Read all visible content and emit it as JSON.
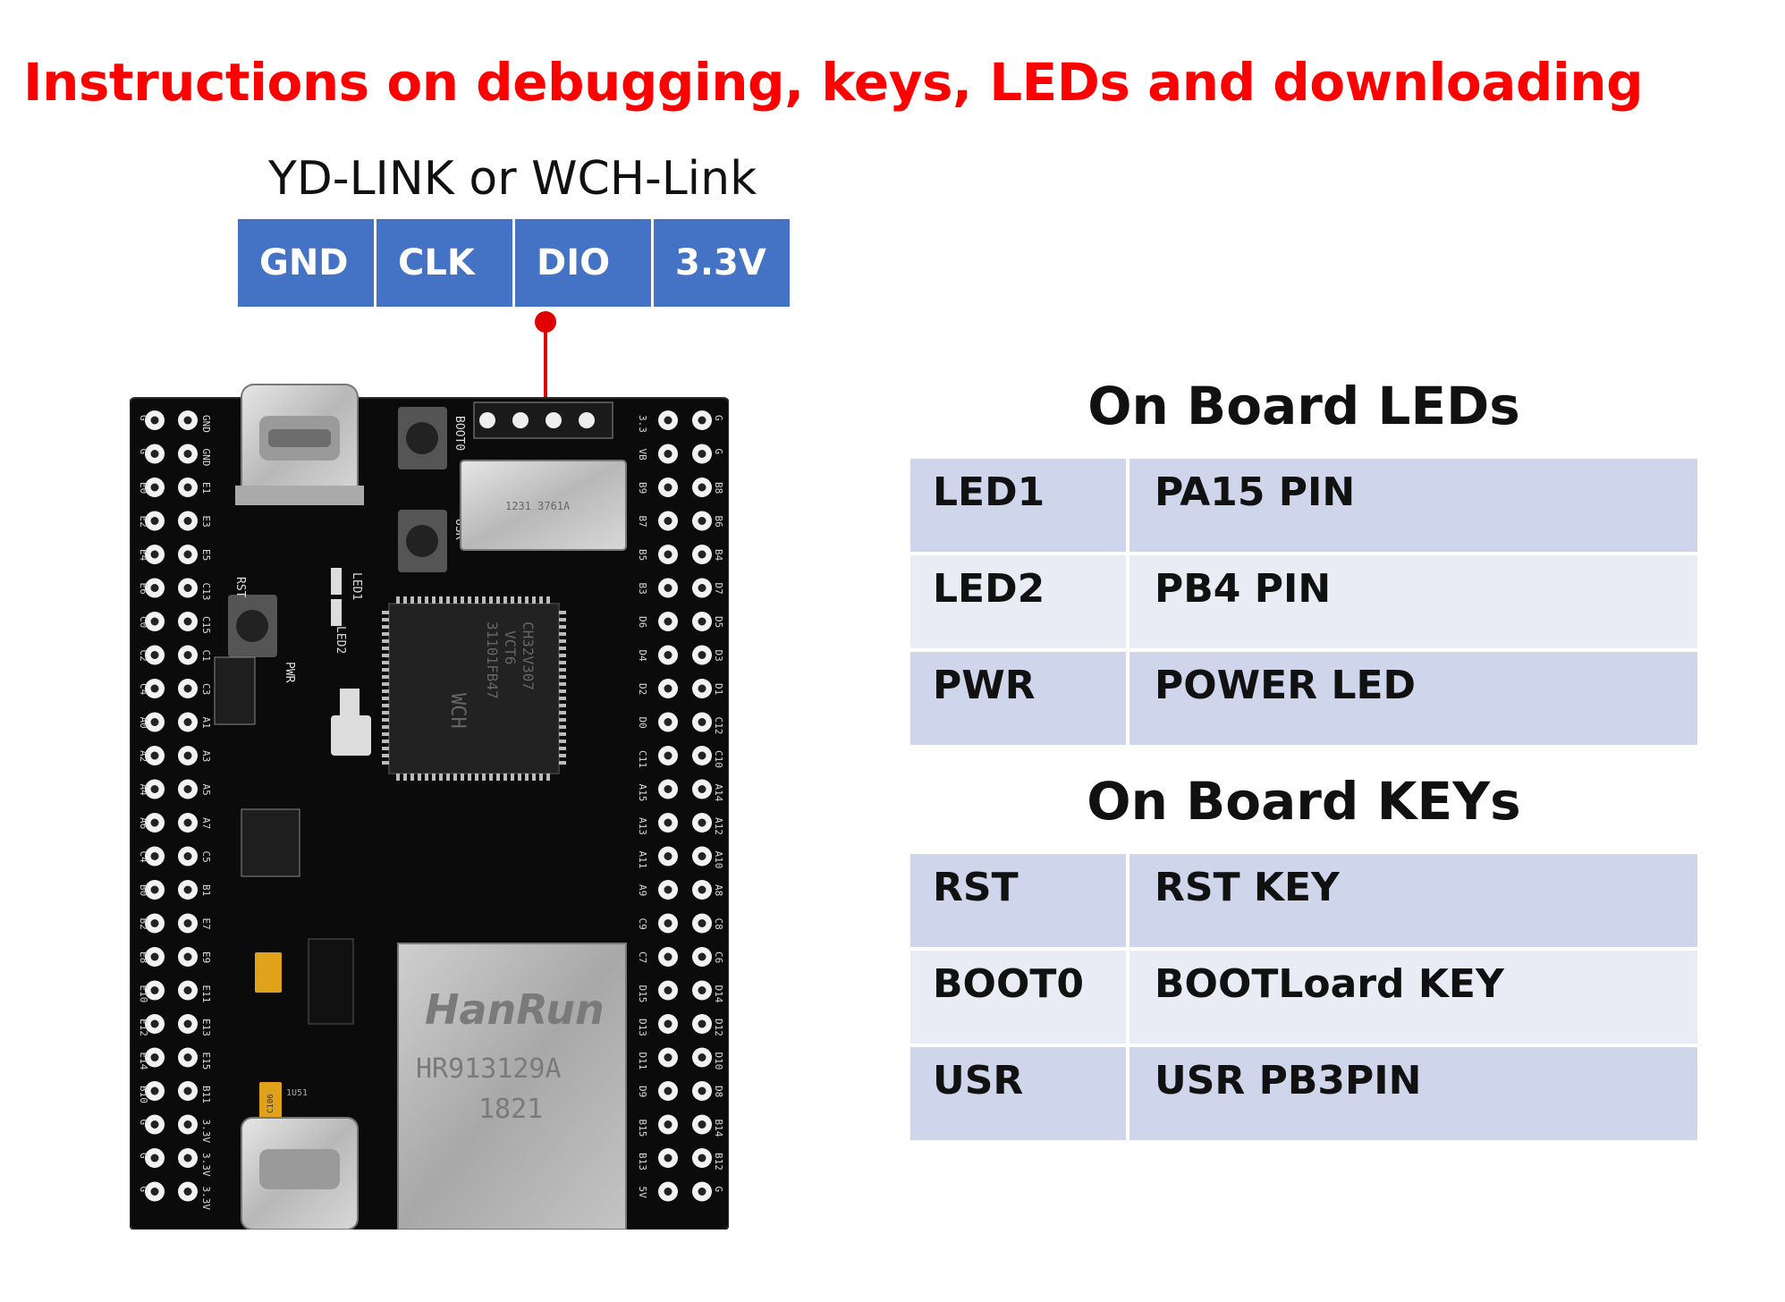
{
  "title": "Instructions on debugging, keys, LEDs and downloading",
  "debugger": {
    "name": "YD-LINK or WCH-Link",
    "pins": [
      "GND",
      "CLK",
      "DIO",
      "3.3V"
    ]
  },
  "board": {
    "left_pins": [
      "G",
      "G",
      "E0",
      "E2",
      "E4",
      "E6",
      "C0",
      "C2",
      "C4",
      "A0",
      "A2",
      "A4",
      "A6",
      "C4",
      "B0",
      "B2",
      "E8",
      "E10",
      "E12",
      "E14",
      "B10",
      "G",
      "G",
      "G"
    ],
    "inner_left_pins": [
      "GND",
      "GND",
      "E1",
      "E3",
      "E5",
      "C13",
      "C15",
      "C1",
      "C3",
      "A1",
      "A3",
      "A5",
      "A7",
      "C5",
      "B1",
      "E7",
      "E9",
      "E11",
      "E13",
      "E15",
      "B11",
      "3.3V",
      "3.3V",
      "3.3V"
    ],
    "inner_right_pins": [
      "3.3",
      "VB",
      "B9",
      "B7",
      "B5",
      "B3",
      "D6",
      "D4",
      "D2",
      "D0",
      "C11",
      "A15",
      "A13",
      "A11",
      "A9",
      "C9",
      "C7",
      "D15",
      "D13",
      "D11",
      "D9",
      "B15",
      "B13",
      "5V"
    ],
    "right_pins": [
      "G",
      "G",
      "B8",
      "B6",
      "B4",
      "D7",
      "D5",
      "D3",
      "D1",
      "C12",
      "C10",
      "A14",
      "A12",
      "A10",
      "A8",
      "C8",
      "C6",
      "D14",
      "D12",
      "D10",
      "D8",
      "B14",
      "B12",
      "G"
    ],
    "button_labels": [
      "BOOT0",
      "USR",
      "RST"
    ],
    "led_labels": [
      "LED1",
      "LED2",
      "PWR"
    ],
    "chip_lines": [
      "CH32V307",
      "VCT6",
      "31101FB47",
      "WCH"
    ],
    "jack_lines": [
      "HanRun",
      "HR913129A",
      "1821"
    ],
    "sd_slot_text": "1231 3761A",
    "chip_part": "1U51",
    "capacitor_label": "C106"
  },
  "leds_section": {
    "title": "On Board LEDs",
    "rows": [
      {
        "name": "LED1",
        "desc": "PA15 PIN"
      },
      {
        "name": "LED2",
        "desc": "PB4 PIN"
      },
      {
        "name": "PWR",
        "desc": "POWER LED"
      }
    ]
  },
  "keys_section": {
    "title": "On Board KEYs",
    "rows": [
      {
        "name": "RST",
        "desc": "RST KEY"
      },
      {
        "name": "BOOT0",
        "desc": "BOOTLoard KEY"
      },
      {
        "name": "USR",
        "desc": "USR PB3PIN"
      }
    ]
  },
  "colors": {
    "title_red": "#ff0000",
    "pin_blue": "#4472c4",
    "row_dark": "#cfd5ea",
    "row_light": "#e9ebf5",
    "connector_red": "#e00000"
  }
}
